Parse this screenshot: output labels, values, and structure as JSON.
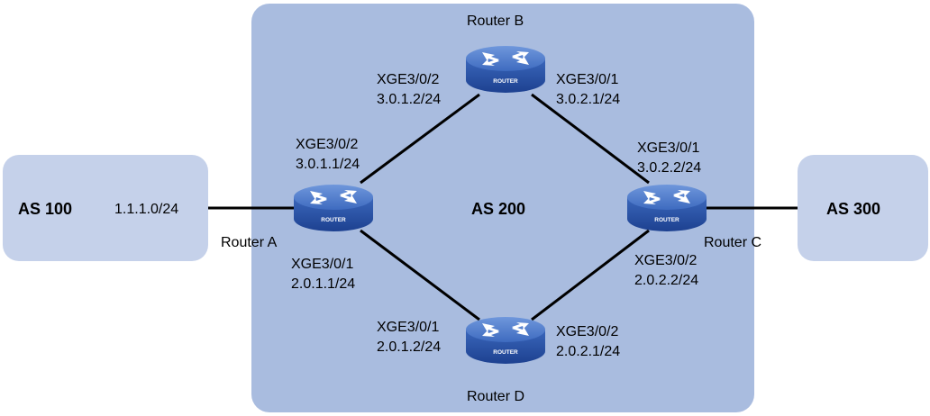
{
  "areas": {
    "as100": {
      "label": "AS 100",
      "network": "1.1.1.0/24"
    },
    "as200": {
      "label": "AS 200"
    },
    "as300": {
      "label": "AS 300"
    }
  },
  "routers": {
    "a": {
      "name": "Router A",
      "tag": "ROUTER"
    },
    "b": {
      "name": "Router B",
      "tag": "ROUTER"
    },
    "c": {
      "name": "Router C",
      "tag": "ROUTER"
    },
    "d": {
      "name": "Router D",
      "tag": "ROUTER"
    }
  },
  "interfaces": {
    "a_to_b": {
      "port": "XGE3/0/2",
      "ip": "3.0.1.1/24"
    },
    "b_to_a": {
      "port": "XGE3/0/2",
      "ip": "3.0.1.2/24"
    },
    "b_to_c": {
      "port": "XGE3/0/1",
      "ip": "3.0.2.1/24"
    },
    "c_to_b": {
      "port": "XGE3/0/1",
      "ip": "3.0.2.2/24"
    },
    "a_to_d": {
      "port": "XGE3/0/1",
      "ip": "2.0.1.1/24"
    },
    "d_to_a": {
      "port": "XGE3/0/1",
      "ip": "2.0.1.2/24"
    },
    "d_to_c": {
      "port": "XGE3/0/2",
      "ip": "2.0.2.1/24"
    },
    "c_to_d": {
      "port": "XGE3/0/2",
      "ip": "2.0.2.2/24"
    }
  },
  "colors": {
    "as_core_fill": "#a9bcdf",
    "as_edge_fill": "#c5d1ea",
    "router_body": "#2c56a8",
    "router_top": "#4a76c9",
    "link": "#000000"
  }
}
